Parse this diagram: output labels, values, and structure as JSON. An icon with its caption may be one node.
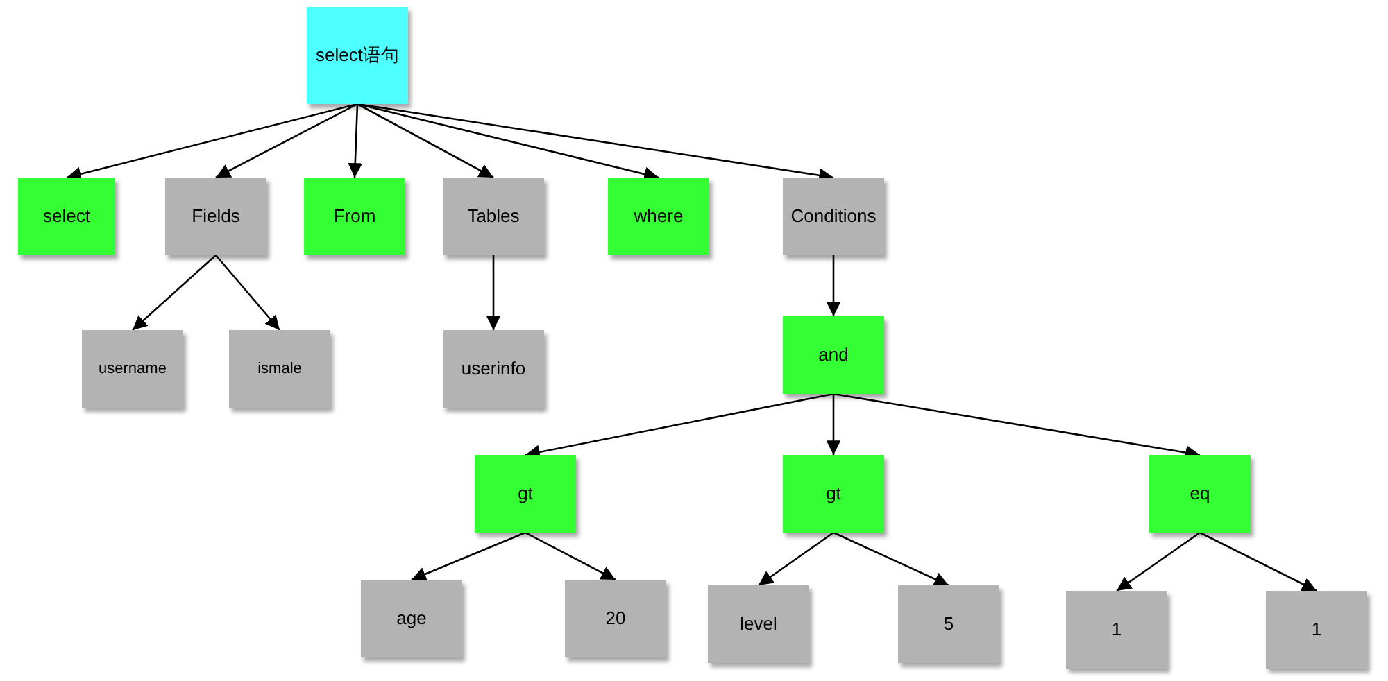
{
  "diagram": {
    "nodes": [
      {
        "text": [
          "select语句"
        ]
      },
      {
        "text": [
          "select"
        ]
      },
      {
        "text": [
          "Fields"
        ]
      },
      {
        "text": [
          "From"
        ]
      },
      {
        "text": [
          "Tables"
        ]
      },
      {
        "text": [
          "where"
        ]
      },
      {
        "text": [
          "Conditions"
        ]
      },
      {
        "text": [
          "username"
        ]
      },
      {
        "text": [
          "ismale"
        ]
      },
      {
        "text": [
          "userinfo"
        ]
      },
      {
        "text": [
          "and"
        ]
      },
      {
        "text": [
          "gt"
        ]
      },
      {
        "text": [
          "gt"
        ]
      },
      {
        "text": [
          "eq"
        ]
      },
      {
        "text": [
          "age"
        ]
      },
      {
        "text": [
          "20"
        ]
      },
      {
        "text": [
          "level"
        ]
      },
      {
        "text": [
          "5"
        ]
      },
      {
        "text": [
          "1"
        ]
      },
      {
        "text": [
          "1"
        ]
      }
    ],
    "edges": [
      {
        "from": 0,
        "to": 1,
        "arrow": "to"
      },
      {
        "from": 0,
        "to": 2,
        "arrow": "to"
      },
      {
        "from": 0,
        "to": 3,
        "arrow": "to"
      },
      {
        "from": 0,
        "to": 4,
        "arrow": "to"
      },
      {
        "from": 0,
        "to": 5,
        "arrow": "to"
      },
      {
        "from": 0,
        "to": 6,
        "arrow": "to"
      },
      {
        "from": 2,
        "to": 7,
        "arrow": "to"
      },
      {
        "from": 2,
        "to": 8,
        "arrow": "to"
      },
      {
        "from": 4,
        "to": 9,
        "arrow": "to"
      },
      {
        "from": 6,
        "to": 10,
        "arrow": "to"
      },
      {
        "from": 10,
        "to": 11,
        "arrow": "to"
      },
      {
        "from": 10,
        "to": 12,
        "arrow": "to"
      },
      {
        "from": 10,
        "to": 13,
        "arrow": "to"
      },
      {
        "from": 11,
        "to": 14,
        "arrow": "to"
      },
      {
        "from": 11,
        "to": 15,
        "arrow": "to"
      },
      {
        "from": 12,
        "to": 16,
        "arrow": "to"
      },
      {
        "from": 12,
        "to": 17,
        "arrow": "to"
      },
      {
        "from": 13,
        "to": 18,
        "arrow": "to"
      },
      {
        "from": 13,
        "to": 19,
        "arrow": "to"
      }
    ]
  }
}
